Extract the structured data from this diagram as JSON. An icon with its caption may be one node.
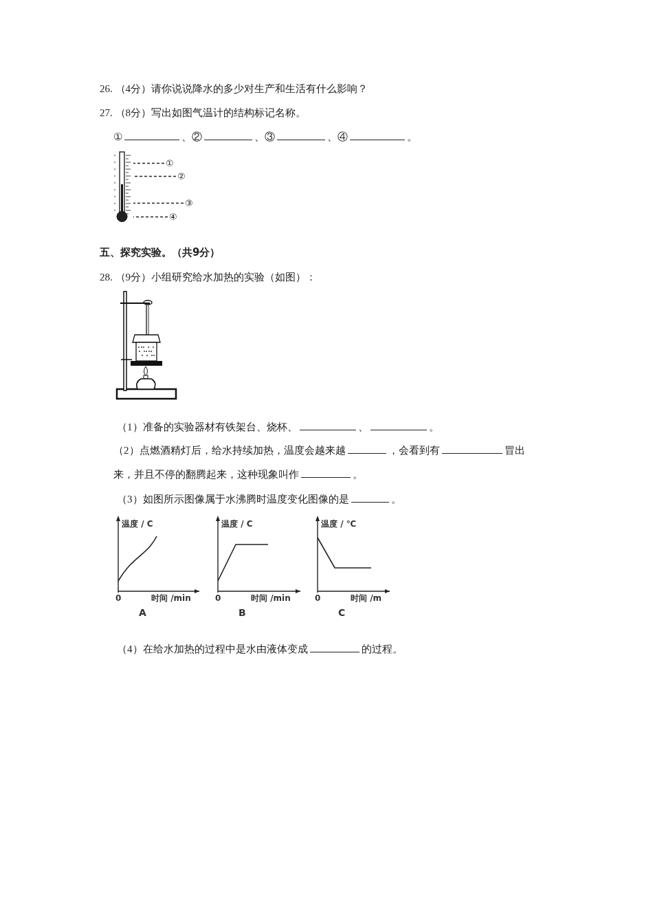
{
  "diagram": {
    "nodes": [
      {
        "text": [
          "①"
        ]
      },
      {
        "text": [
          "②"
        ]
      },
      {
        "text": [
          "③"
        ]
      },
      {
        "text": [
          "④"
        ]
      },
      {
        "text": [],
        "shape": "picture"
      }
    ],
    "edges": [
      {
        "from": 0,
        "to": 4,
        "arrow": "none",
        "style": "dashed"
      },
      {
        "from": 1,
        "to": 4,
        "arrow": "none",
        "style": "dashed"
      },
      {
        "from": 2,
        "to": 4,
        "arrow": "none",
        "style": "dashed"
      },
      {
        "from": 3,
        "to": 4,
        "arrow": "none",
        "style": "dashed"
      }
    ],
    "labels": [
      "26. （4分）请你说说降水的多少对生产和生活有什么影响？",
      "27. （8分）写出如图气温计的结构标记名称。",
      "①",
      "、②",
      "、③",
      "、④",
      "。",
      "五、探究实验。（共9分）",
      "28. （9分）小组研究给水加热的实验（如图）：",
      "（1）准备的实验器材有铁架台、烧杯、",
      "、",
      "。",
      "（2）点燃酒精灯后，给水持续加热，温度会越来越",
      "，会看到有",
      "冒出来，并且不停的翻腾起来，这种现象叫作",
      "。",
      "（3）如图所示图像属于水沸腾时温度变化图像的是",
      "。",
      "温度 / C",
      "0",
      "时间 /min",
      "A",
      "温度 / C",
      "0",
      "时间 /min",
      "B",
      "温度 / ℃",
      "0",
      "时间 /m",
      "C",
      "（4）在给水加热的过程中是水由液体变成",
      "的过程。"
    ]
  }
}
